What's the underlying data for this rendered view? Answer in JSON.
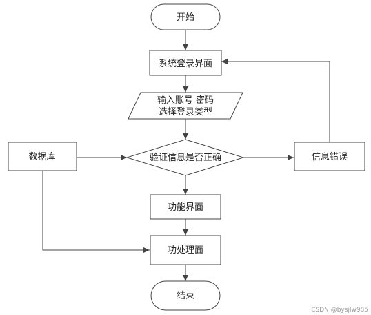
{
  "diagram": {
    "colors": {
      "node_fill": "#ffffff",
      "stroke": "#444444",
      "text": "#222222",
      "watermark": "#9a9a9a"
    },
    "nodes": {
      "start": {
        "label": "开始"
      },
      "login_ui": {
        "label": "系统登录界面"
      },
      "input": {
        "line1": "输入账号 密码",
        "line2": "选择登录类型"
      },
      "verify": {
        "label": "验证信息是否正确"
      },
      "database": {
        "label": "数据库"
      },
      "error": {
        "label": "信息错误"
      },
      "function_ui": {
        "label": "功能界面"
      },
      "process_ui": {
        "label": "功处理面"
      },
      "end": {
        "label": "结束"
      }
    },
    "edges": [
      {
        "from": "start",
        "to": "login_ui"
      },
      {
        "from": "login_ui",
        "to": "input"
      },
      {
        "from": "input",
        "to": "verify"
      },
      {
        "from": "database",
        "to": "verify"
      },
      {
        "from": "verify",
        "to": "error"
      },
      {
        "from": "error",
        "to": "login_ui"
      },
      {
        "from": "verify",
        "to": "function_ui"
      },
      {
        "from": "function_ui",
        "to": "process_ui"
      },
      {
        "from": "database",
        "to": "process_ui"
      },
      {
        "from": "process_ui",
        "to": "end"
      }
    ],
    "watermark": "CSDN @bysjlw985"
  }
}
